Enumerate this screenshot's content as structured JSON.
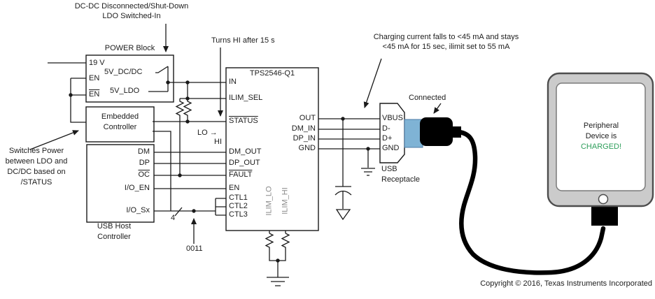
{
  "annotations": {
    "dcdc": {
      "line1": "DC-DC Disconnected/Shut-Down",
      "line2": "LDO Switched-In"
    },
    "turns_hi": "Turns HI after 15 s",
    "charging": {
      "line1": "Charging current falls to <45 mA and stays",
      "line2": "<45 mA for 15 sec, ilimit set to 55 mA"
    },
    "connected": "Connected",
    "switches": {
      "line1": "Switches Power",
      "line2": "between LDO and",
      "line3": "DC/DC based on",
      "line4": "/STATUS"
    },
    "ctl_value": "0011",
    "bus_width": "4",
    "lo_hi": {
      "line1": "LO →",
      "line2": "HI"
    }
  },
  "power_block": {
    "label": "POWER Block",
    "pins": {
      "v19": "19 V",
      "en": "EN",
      "en_n": "EN",
      "dcdc": "5V_DC/DC",
      "ldo": "5V_LDO"
    }
  },
  "embedded": {
    "label_line1": "Embedded",
    "label_line2": "Controller"
  },
  "usb_host": {
    "label_line1": "USB Host",
    "label_line2": "Controller",
    "pins": {
      "dm": "DM",
      "dp": "DP",
      "oc": "OC",
      "io_en": "I/O_EN",
      "io_sx": "I/O_Sx"
    }
  },
  "chip": {
    "title": "TPS2546-Q1",
    "pins": {
      "in": "IN",
      "ilim_sel": "ILIM_SEL",
      "status": "STATUS",
      "dm_out": "DM_OUT",
      "dp_out": "DP_OUT",
      "fault": "FAULT",
      "en": "EN",
      "ctl1": "CTL1",
      "ctl2": "CTL2",
      "ctl3": "CTL3",
      "out": "OUT",
      "dm_in": "DM_IN",
      "dp_in": "DP_IN",
      "gnd": "GND",
      "ilim_lo": "ILIM_LO",
      "ilim_hi": "ILIM_HI"
    }
  },
  "receptacle": {
    "label_line1": "USB",
    "label_line2": "Receptacle",
    "pins": {
      "vbus": "VBUS",
      "d_minus": "D-",
      "d_plus": "D+",
      "gnd": "GND"
    }
  },
  "device": {
    "line1": "Peripheral",
    "line2": "Device is",
    "line3": "CHARGED!"
  },
  "footer": {
    "copyright": "Copyright © 2016, Texas Instruments Incorporated"
  },
  "colors": {
    "charged_green": "#2E9E5B",
    "connector_blue": "#7FB3D5",
    "vertical_label_gray": "#8a8a8a",
    "wire_black": "#1a1a1a"
  }
}
